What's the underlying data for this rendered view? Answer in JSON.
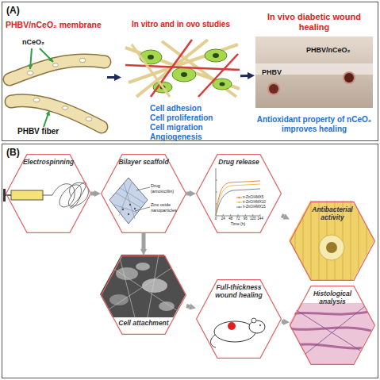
{
  "diagram": {
    "nodes": [
      {
        "text": [
          "(A)"
        ]
      },
      {
        "text": [
          "PHBV/nCeO₂ membrane"
        ],
        "in": 0
      },
      {
        "text": [
          "In vitro and in ovo studies",
          "Cell adhesion",
          "Cell proliferation",
          "Cell migration",
          "Angiogenesis"
        ],
        "in": 0
      },
      {
        "text": [
          "In vivo diabetic wound healing",
          "Antioxidant property of nCeO₂ improves healing"
        ],
        "in": 0
      },
      {
        "text": [
          "(B)"
        ]
      },
      {
        "text": [
          "Electrospinning"
        ],
        "in": 4
      },
      {
        "text": [
          "Bilayer scaffold"
        ],
        "in": 4
      },
      {
        "text": [
          "Drug release"
        ],
        "in": 4
      },
      {
        "text": [
          "Antibacterial activity"
        ],
        "in": 4
      },
      {
        "text": [
          "Cell attachment"
        ],
        "in": 4
      },
      {
        "text": [
          "Full-thickness wound healing"
        ],
        "in": 4
      },
      {
        "text": [
          "Histological analysis"
        ],
        "in": 4
      }
    ],
    "edges": [
      {
        "from": 1,
        "to": 2,
        "arrow": "to"
      },
      {
        "from": 2,
        "to": 3,
        "arrow": "to"
      },
      {
        "from": 5,
        "to": 6,
        "arrow": "to"
      },
      {
        "from": 6,
        "to": 7,
        "arrow": "to"
      },
      {
        "from": 7,
        "to": 8,
        "arrow": "to"
      },
      {
        "from": 6,
        "to": 9,
        "arrow": "to"
      },
      {
        "from": 9,
        "to": 10,
        "arrow": "to"
      },
      {
        "from": 10,
        "to": 11,
        "arrow": "to"
      }
    ],
    "labels": [
      "nCeO₂",
      "PHBV fiber",
      "PHBV/nCeO₂",
      "PHBV",
      "Drug (amoxicillin)",
      "Zinc oxide nanoparticles",
      "0",
      "24",
      "48",
      "72",
      "96",
      "120",
      "144",
      "Time (h)"
    ],
    "legend": [
      {
        "text": "n-ZnO/AMX5"
      },
      {
        "text": "n-ZnO/AMX10"
      },
      {
        "text": "n-ZnO/AMX15"
      }
    ]
  }
}
